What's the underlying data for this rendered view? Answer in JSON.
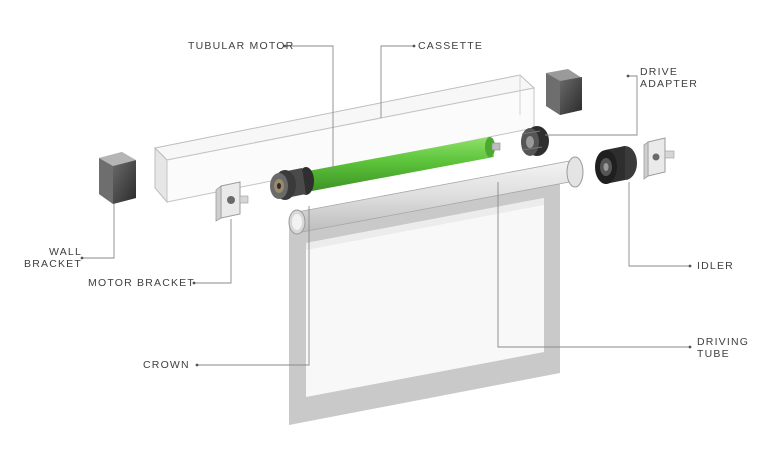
{
  "labels": {
    "tubular_motor": "TUBULAR MOTOR",
    "cassette": "CASSETTE",
    "drive_adapter_line1": "DRIVE",
    "drive_adapter_line2": "ADAPTER",
    "wall_bracket_line1": "WALL",
    "wall_bracket_line2": "BRACKET",
    "motor_bracket": "MOTOR BRACKET",
    "idler": "IDLER",
    "crown": "CROWN",
    "driving_tube_line1": "DRIVING",
    "driving_tube_line2": "TUBE"
  },
  "colors": {
    "motor_green": "#5cc43a",
    "leader_line": "#8a8a8a",
    "label_text": "#3f3f3f",
    "fabric_frame": "#c9c9c9",
    "dark_part": "#3a3a3a"
  }
}
